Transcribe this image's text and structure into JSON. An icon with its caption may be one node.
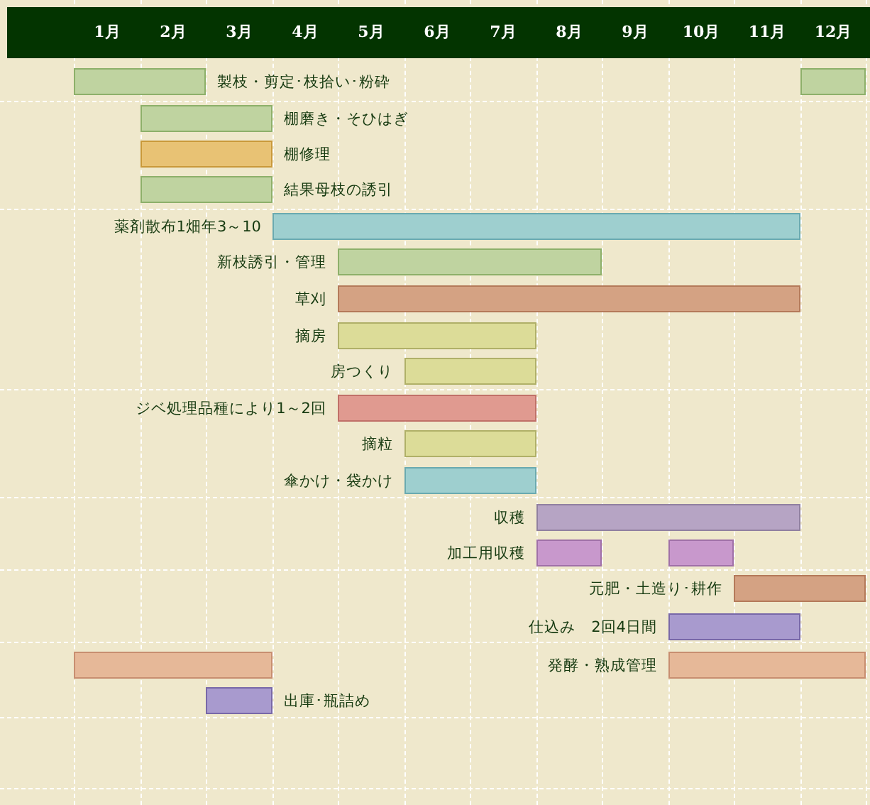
{
  "diagram": {
    "nodes": [
      {
        "text": [],
        "shape": "bar",
        "beside": [
          "製枝・剪定･枝拾い･粉砕"
        ]
      },
      {
        "text": [],
        "shape": "bar"
      },
      {
        "text": [],
        "shape": "bar",
        "beside": [
          "棚磨き・そひはぎ"
        ]
      },
      {
        "text": [],
        "shape": "bar",
        "beside": [
          "棚修理"
        ]
      },
      {
        "text": [],
        "shape": "bar",
        "beside": [
          "結果母枝の誘引"
        ]
      },
      {
        "text": [],
        "shape": "bar",
        "beside": [
          "薬剤散布1畑年3～10"
        ]
      },
      {
        "text": [],
        "shape": "bar",
        "beside": [
          "新枝誘引・管理"
        ]
      },
      {
        "text": [],
        "shape": "bar",
        "beside": [
          "草刈"
        ]
      },
      {
        "text": [],
        "shape": "bar",
        "beside": [
          "摘房"
        ]
      },
      {
        "text": [],
        "shape": "bar",
        "beside": [
          "房つくり"
        ]
      },
      {
        "text": [],
        "shape": "bar",
        "beside": [
          "ジベ処理品種により1～2回"
        ]
      },
      {
        "text": [],
        "shape": "bar",
        "beside": [
          "摘粒"
        ]
      },
      {
        "text": [],
        "shape": "bar",
        "beside": [
          "傘かけ・袋かけ"
        ]
      },
      {
        "text": [],
        "shape": "bar",
        "beside": [
          "収穫"
        ]
      },
      {
        "text": [],
        "shape": "bar",
        "beside": [
          "加工用収穫"
        ]
      },
      {
        "text": [],
        "shape": "bar"
      },
      {
        "text": [],
        "shape": "bar",
        "beside": [
          "元肥・土造り･耕作"
        ]
      },
      {
        "text": [],
        "shape": "bar",
        "beside": [
          "仕込み　2回4日間"
        ]
      },
      {
        "text": [],
        "shape": "bar"
      },
      {
        "text": [],
        "shape": "bar",
        "beside": [
          "発酵・熟成管理"
        ]
      },
      {
        "text": [],
        "shape": "bar",
        "beside": [
          "出庫･瓶詰め"
        ]
      }
    ],
    "edges": [],
    "labels": [
      "1月",
      "2月",
      "3月",
      "4月",
      "5月",
      "6月",
      "7月",
      "8月",
      "9月",
      "10月",
      "11月",
      "12月"
    ]
  }
}
